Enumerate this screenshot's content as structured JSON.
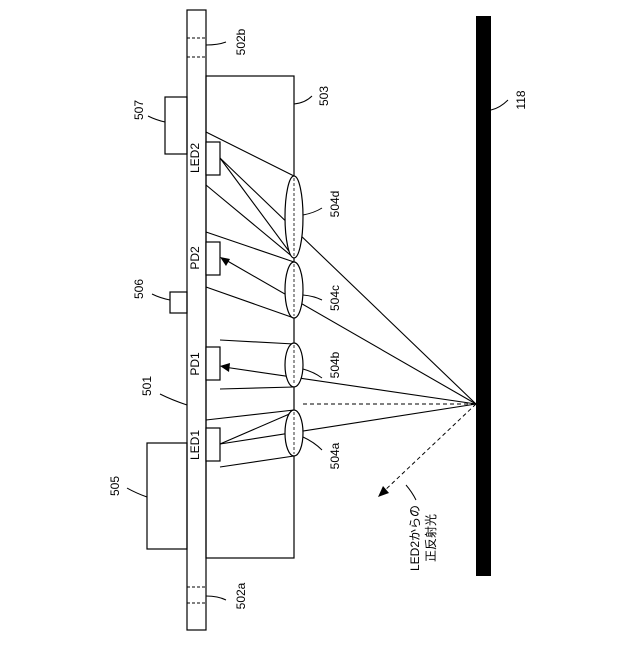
{
  "diagram": {
    "labels": {
      "ref_502b": "502b",
      "ref_503": "503",
      "ref_118": "118",
      "ref_507": "507",
      "led2": "LED2",
      "ref_504d": "504d",
      "pd2": "PD2",
      "ref_506": "506",
      "ref_504c": "504c",
      "pd1": "PD1",
      "ref_504b": "504b",
      "ref_501": "501",
      "led1": "LED1",
      "ref_504a": "504a",
      "ref_505": "505",
      "ref_502a": "502a",
      "annotation_line1": "LED2からの",
      "annotation_line2": "正反射光"
    },
    "colors": {
      "stroke": "#000000",
      "background": "#ffffff"
    }
  }
}
